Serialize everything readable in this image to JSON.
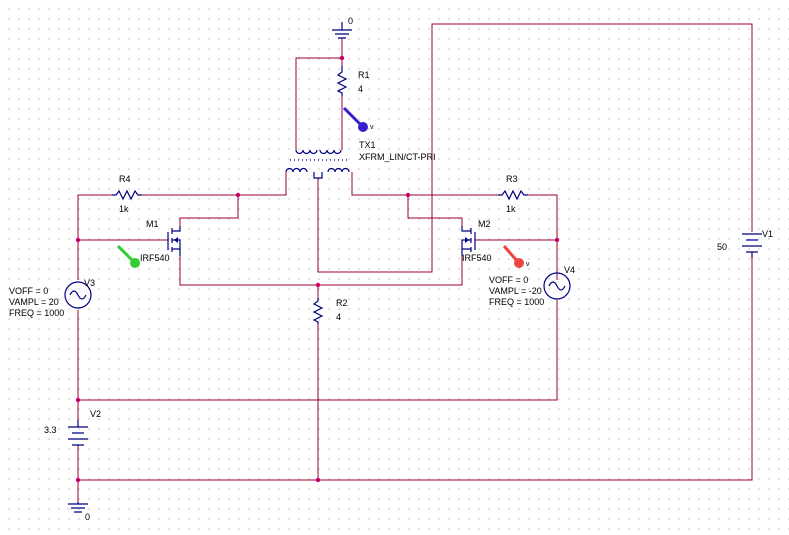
{
  "labels": {
    "gnd_top": "0",
    "gnd_bottom": "0",
    "r1_ref": "R1",
    "r1_val": "4",
    "r2_ref": "R2",
    "r2_val": "4",
    "r3_ref": "R3",
    "r3_val": "1k",
    "r4_ref": "R4",
    "r4_val": "1k",
    "tx1_ref": "TX1",
    "tx1_model": "XFRM_LIN/CT-PRI",
    "m1_ref": "M1",
    "m1_model": "IRF540",
    "m2_ref": "M2",
    "m2_model": "IRF540",
    "v1_ref": "V1",
    "v1_val": "50",
    "v2_ref": "V2",
    "v2_val": "3.3",
    "v3_ref": "V3",
    "v3_voff": "VOFF = 0",
    "v3_vampl": "VAMPL = 20",
    "v3_freq": "FREQ = 1000",
    "v4_ref": "V4",
    "v4_voff": "VOFF = 0",
    "v4_vampl": "VAMPL = -20",
    "v4_freq": "FREQ = 1000",
    "probe_label": "v"
  },
  "probe_colors": {
    "r1_probe": "#3322cc",
    "m1_probe": "#33cc33",
    "m2_probe": "#ee4444"
  }
}
